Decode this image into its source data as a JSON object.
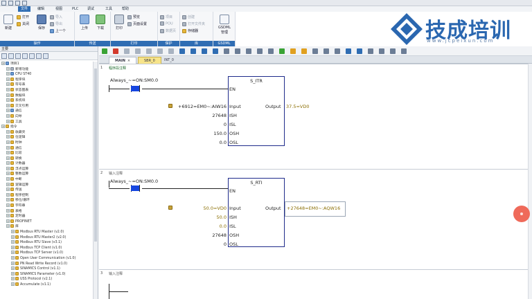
{
  "menu": {
    "items": [
      "文件",
      "编辑",
      "视图",
      "PLC",
      "调试",
      "工具",
      "帮助"
    ]
  },
  "ribbon": {
    "new_label": "新建",
    "open_label": "打开",
    "close_label": "关闭",
    "save_label": "保存",
    "import_label": "导入",
    "export_label": "导出",
    "prev_label": "上一个",
    "upload_label": "上传",
    "download_label": "下载",
    "print_label": "打印",
    "preview_label": "预览",
    "page_setup_label": "页面设置",
    "project_label": "项目",
    "pou_label": "POU",
    "datapage_label": "数据页",
    "create_label": "创建",
    "open_proj_label": "打开文件夹",
    "memory_card_label": "存储器",
    "gsdml_label": "GSDML 管理",
    "groups": [
      "操作",
      "传送",
      "打印",
      "保护",
      "库",
      "GSDML"
    ]
  },
  "logo": {
    "title": "技成培训网",
    "url": "www.jcpeixun.com"
  },
  "left_panel": {
    "header": "主要",
    "tree": [
      {
        "label": "项目1",
        "level": 0,
        "icon": "project-icon"
      },
      {
        "label": "新增功能",
        "level": 1,
        "icon": "info-icon"
      },
      {
        "label": "CPU ST40",
        "level": 1,
        "icon": "cpu-icon"
      },
      {
        "label": "程序块",
        "level": 1,
        "icon": "folder-icon"
      },
      {
        "label": "符号表",
        "level": 1,
        "icon": "folder-icon"
      },
      {
        "label": "状态图表",
        "level": 1,
        "icon": "folder-icon"
      },
      {
        "label": "数据块",
        "level": 1,
        "icon": "folder-icon"
      },
      {
        "label": "系统块",
        "level": 1,
        "icon": "folder-icon"
      },
      {
        "label": "交叉引用",
        "level": 1,
        "icon": "folder-icon"
      },
      {
        "label": "通信",
        "level": 1,
        "icon": "comm-icon"
      },
      {
        "label": "向导",
        "level": 1,
        "icon": "folder-icon"
      },
      {
        "label": "工具",
        "level": 1,
        "icon": "folder-icon"
      },
      {
        "label": "指令",
        "level": 0,
        "icon": "folder-icon"
      },
      {
        "label": "收藏夹",
        "level": 1,
        "icon": "folder-icon"
      },
      {
        "label": "位逻辑",
        "level": 1,
        "icon": "folder-icon"
      },
      {
        "label": "时钟",
        "level": 1,
        "icon": "folder-icon"
      },
      {
        "label": "通信",
        "level": 1,
        "icon": "folder-icon"
      },
      {
        "label": "比较",
        "level": 1,
        "icon": "folder-icon"
      },
      {
        "label": "转换",
        "level": 1,
        "icon": "folder-icon"
      },
      {
        "label": "计数器",
        "level": 1,
        "icon": "folder-icon"
      },
      {
        "label": "浮点运算",
        "level": 1,
        "icon": "folder-icon"
      },
      {
        "label": "整数运算",
        "level": 1,
        "icon": "folder-icon"
      },
      {
        "label": "中断",
        "level": 1,
        "icon": "folder-icon"
      },
      {
        "label": "逻辑运算",
        "level": 1,
        "icon": "folder-icon"
      },
      {
        "label": "传送",
        "level": 1,
        "icon": "folder-icon"
      },
      {
        "label": "程序控制",
        "level": 1,
        "icon": "folder-icon"
      },
      {
        "label": "移位/循环",
        "level": 1,
        "icon": "folder-icon"
      },
      {
        "label": "字符串",
        "level": 1,
        "icon": "folder-icon"
      },
      {
        "label": "表格",
        "level": 1,
        "icon": "folder-icon"
      },
      {
        "label": "定时器",
        "level": 1,
        "icon": "folder-icon"
      },
      {
        "label": "PROFINET",
        "level": 1,
        "icon": "folder-icon"
      },
      {
        "label": "库",
        "level": 1,
        "icon": "folder-icon"
      },
      {
        "label": "Modbus RTU Master (v2.0)",
        "level": 2,
        "icon": "folder-icon"
      },
      {
        "label": "Modbus RTU Master2 (v2.0)",
        "level": 2,
        "icon": "folder-icon"
      },
      {
        "label": "Modbus RTU Slave (v3.1)",
        "level": 2,
        "icon": "folder-icon"
      },
      {
        "label": "Modbus TCP Client (v1.0)",
        "level": 2,
        "icon": "folder-icon"
      },
      {
        "label": "Modbus TCP Server (v1.0)",
        "level": 2,
        "icon": "folder-icon"
      },
      {
        "label": "Open User Communication (v1.0)",
        "level": 2,
        "icon": "folder-icon"
      },
      {
        "label": "PN Read Write Record (v1.0)",
        "level": 2,
        "icon": "folder-icon"
      },
      {
        "label": "SINAMICS Control (v1.1)",
        "level": 2,
        "icon": "folder-icon"
      },
      {
        "label": "SINAMICS Parameter (v1.0)",
        "level": 2,
        "icon": "folder-icon"
      },
      {
        "label": "USS Protocol (v2.1)",
        "level": 2,
        "icon": "folder-icon"
      },
      {
        "label": "Accumulate (v1.1)",
        "level": 2,
        "icon": "folder-icon"
      }
    ]
  },
  "editor": {
    "tabs": [
      {
        "label": "MAIN",
        "active": true
      },
      {
        "label": "SBR_0",
        "active": false
      },
      {
        "label": "INT_0",
        "active": false
      }
    ],
    "networks": [
      {
        "number": "1",
        "comment": "程序段注释",
        "contact": "Always_~=ON:SM0.0",
        "block": "S_ITR",
        "en": "EN",
        "inputs": [
          {
            "pin": "Input",
            "value": "+6912=EM0~:AIW16"
          },
          {
            "pin": "ISH",
            "value": "27648"
          },
          {
            "pin": "ISL",
            "value": "0"
          },
          {
            "pin": "OSH",
            "value": "150.0"
          },
          {
            "pin": "OSL",
            "value": "0.0"
          }
        ],
        "output_pin": "Output",
        "output_value": "37.5=VD0"
      },
      {
        "number": "2",
        "comment": "输入注释",
        "contact": "Always_~=ON:SM0.0",
        "block": "S_RTI",
        "en": "EN",
        "inputs": [
          {
            "pin": "Input",
            "value": "50.0=VD0"
          },
          {
            "pin": "ISH",
            "value": "50.0"
          },
          {
            "pin": "ISL",
            "value": "0.0"
          },
          {
            "pin": "OSH",
            "value": "27648"
          },
          {
            "pin": "OSL",
            "value": "0"
          }
        ],
        "output_pin": "Output",
        "output_value": "+27648=EM0~:AQW16"
      },
      {
        "number": "3",
        "comment": "输入注释"
      }
    ]
  },
  "colors": {
    "accent": "#2f6db3",
    "contact": "#1646e0",
    "value_olive": "#8a6d00",
    "record": "#ef6a5a"
  }
}
